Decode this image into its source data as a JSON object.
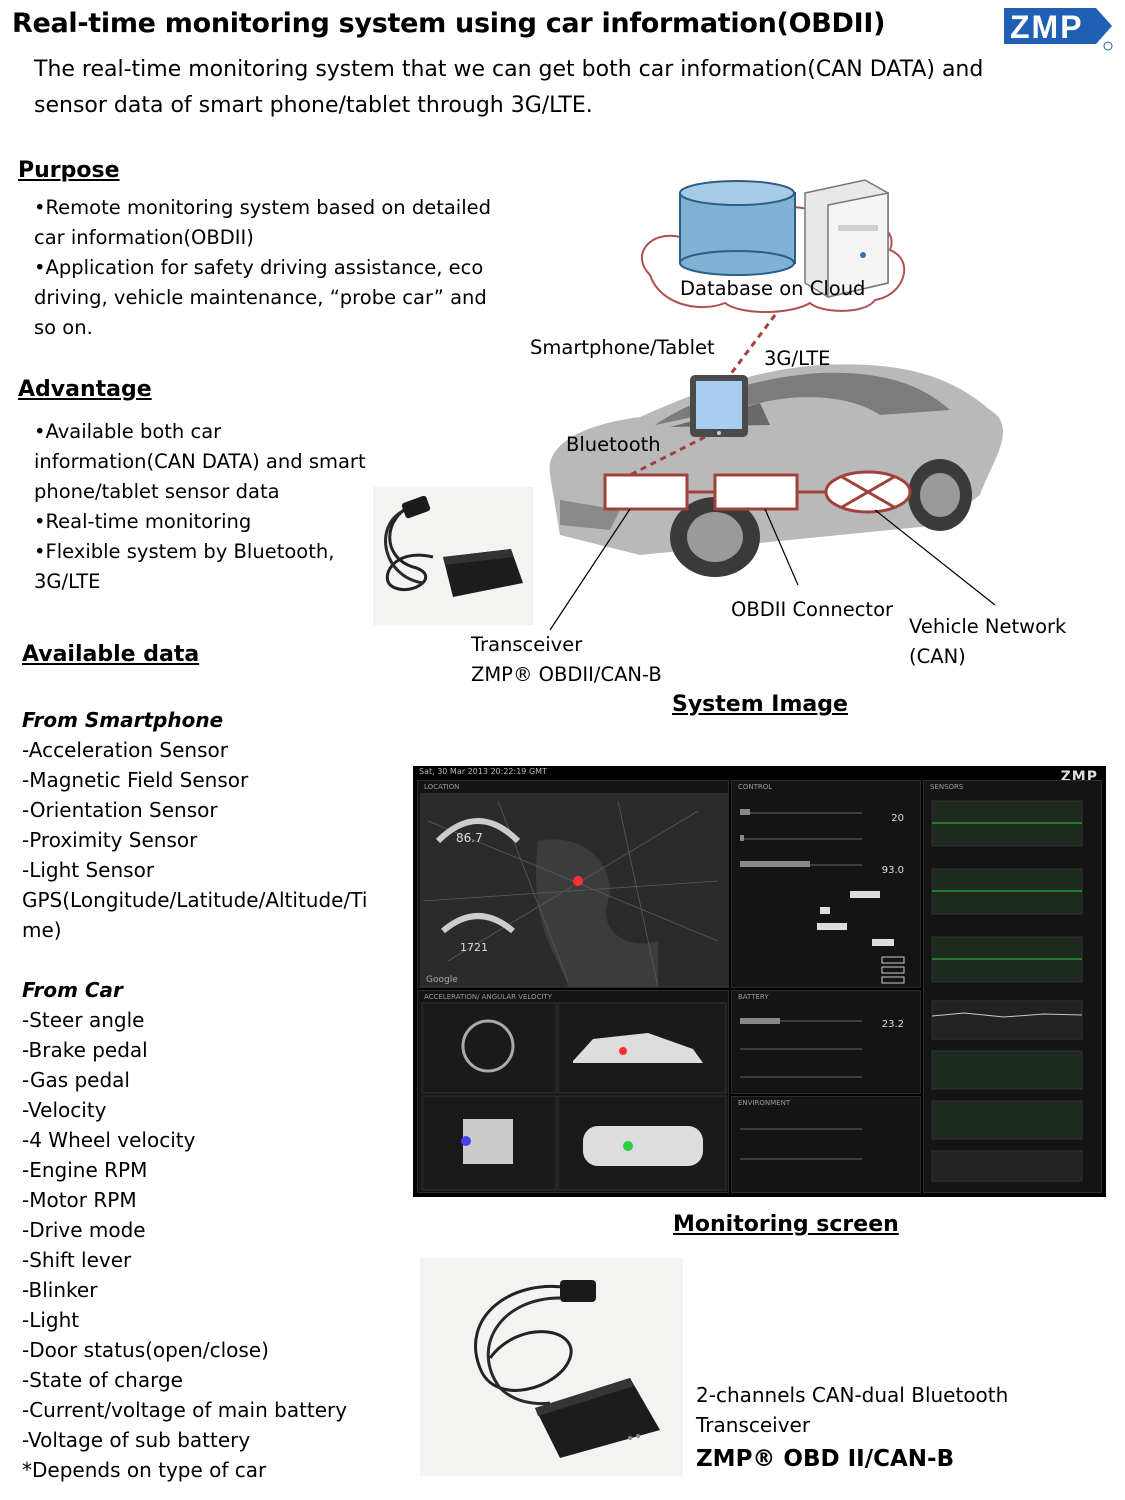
{
  "header": {
    "title": "Real-time monitoring system using car information(OBDII)",
    "subtitle": "The real-time monitoring system that we can get both car information(CAN DATA) and sensor data of smart phone/tablet through 3G/LTE.",
    "logo_text": "ZMP",
    "logo_color": "#1f5fb4"
  },
  "purpose": {
    "heading": "Purpose",
    "items": [
      "•Remote monitoring system based on detailed car information(OBDII)",
      "•Application for safety driving assistance, eco driving, vehicle maintenance, “probe car” and so on."
    ]
  },
  "advantage": {
    "heading": "Advantage",
    "items": [
      "•Available both car information(CAN DATA) and smart phone/tablet sensor data",
      "•Real-time monitoring",
      "•Flexible system by Bluetooth, 3G/LTE"
    ]
  },
  "available_data": {
    "heading": "Available data",
    "smartphone_heading": "From Smartphone",
    "smartphone_items": [
      "-Acceleration Sensor",
      "-Magnetic Field Sensor",
      "-Orientation Sensor",
      "-Proximity Sensor",
      "-Light Sensor",
      "GPS(Longitude/Latitude/Altitude/Time)"
    ],
    "car_heading": "From Car",
    "car_items": [
      "-Steer angle",
      "-Brake pedal",
      "-Gas pedal",
      "-Velocity",
      "-4 Wheel velocity",
      "-Engine RPM",
      "-Motor RPM",
      "-Drive mode",
      "-Shift lever",
      "-Blinker",
      "-Light",
      "-Door status(open/close)",
      "-State of charge",
      "-Current/voltage of main battery",
      "-Voltage of sub battery",
      "*Depends on type of car"
    ]
  },
  "diagram": {
    "cloud_label": "Database on Cloud",
    "smartphone_label": "Smartphone/Tablet",
    "network_label": "3G/LTE",
    "bluetooth_label": "Bluetooth",
    "connector_label": "OBDII Connector",
    "transceiver_label_1": "Transceiver",
    "transceiver_label_2": "ZMP® OBDII/CAN-B",
    "vehicle_network_label_1": "Vehicle Network",
    "vehicle_network_label_2": "(CAN)",
    "caption": "System Image",
    "link_color": "#a0413b",
    "db_color": "#7fb3d5"
  },
  "monitor": {
    "caption": "Monitoring screen",
    "timestamp": "Sat, 30 Mar 2013 20:22:19 GMT",
    "brand": "ZMP",
    "panels": {
      "location": "LOCATION",
      "control": "CONTROL",
      "sensors": "SENSORS",
      "accel": "ACCELERATION/ ANGULAR VELOCITY",
      "battery": "BATTERY",
      "environment": "ENVIRONMENT"
    },
    "speed_value": "86.7",
    "rpm_value": "1721",
    "soc_value": "23.2",
    "coolant_value": "93.0",
    "gas_value": "20",
    "map_brand": "Google"
  },
  "product": {
    "line1": "2-channels CAN-dual Bluetooth",
    "line2": "Transceiver",
    "name": "ZMP® OBD II/CAN-B"
  }
}
